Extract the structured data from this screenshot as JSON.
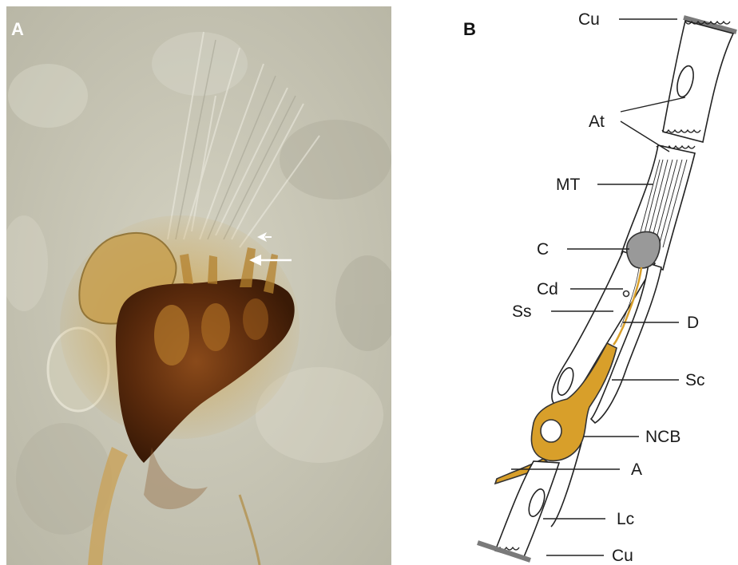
{
  "panel_a": {
    "letter": "A"
  },
  "panel_b": {
    "letter": "B",
    "labels": {
      "cu_top": "Cu",
      "at": "At",
      "mt": "MT",
      "c": "C",
      "cd": "Cd",
      "ss": "Ss",
      "d": "D",
      "sc": "Sc",
      "ncb": "NCB",
      "a": "A",
      "lc": "Lc",
      "cu_bottom": "Cu"
    }
  },
  "colors": {
    "neuron": "#d89f2a",
    "cap": "#999999",
    "cuticle": "#7a7a7a",
    "micrograph_bg": "#c9c6b4",
    "stain": "#5a2a0c"
  }
}
